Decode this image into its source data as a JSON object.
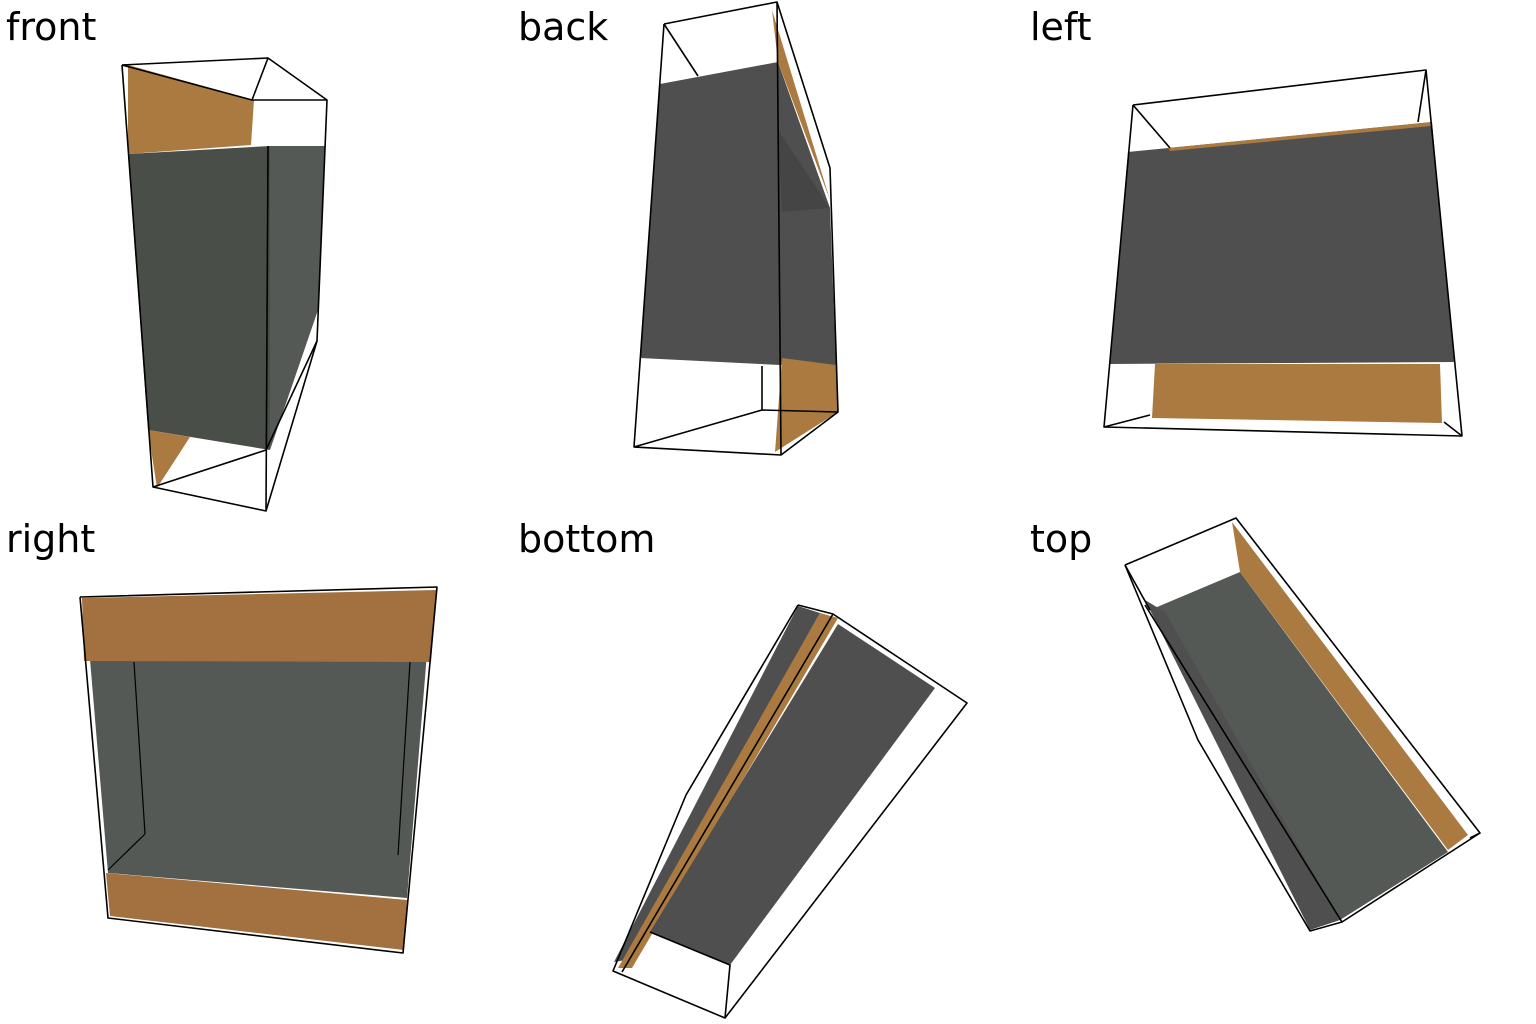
{
  "views": [
    {
      "id": "front",
      "label": "front"
    },
    {
      "id": "back",
      "label": "back"
    },
    {
      "id": "left",
      "label": "left"
    },
    {
      "id": "right",
      "label": "right"
    },
    {
      "id": "bottom",
      "label": "bottom"
    },
    {
      "id": "top",
      "label": "top"
    }
  ],
  "colors": {
    "background": "#ffffff",
    "edge": "#000000",
    "gray_face": "#4f4f4f",
    "dark_green_face": "#4a4e49",
    "light_green_face": "#545955",
    "shadow_face": "#454545",
    "orange_face": "#ab7a41",
    "orange_face_dark": "#a3703f"
  },
  "icons": {
    "front": "box-view-front-icon",
    "back": "box-view-back-icon",
    "left": "box-view-left-icon",
    "right": "box-view-right-icon",
    "bottom": "box-view-bottom-icon",
    "top": "box-view-top-icon"
  }
}
